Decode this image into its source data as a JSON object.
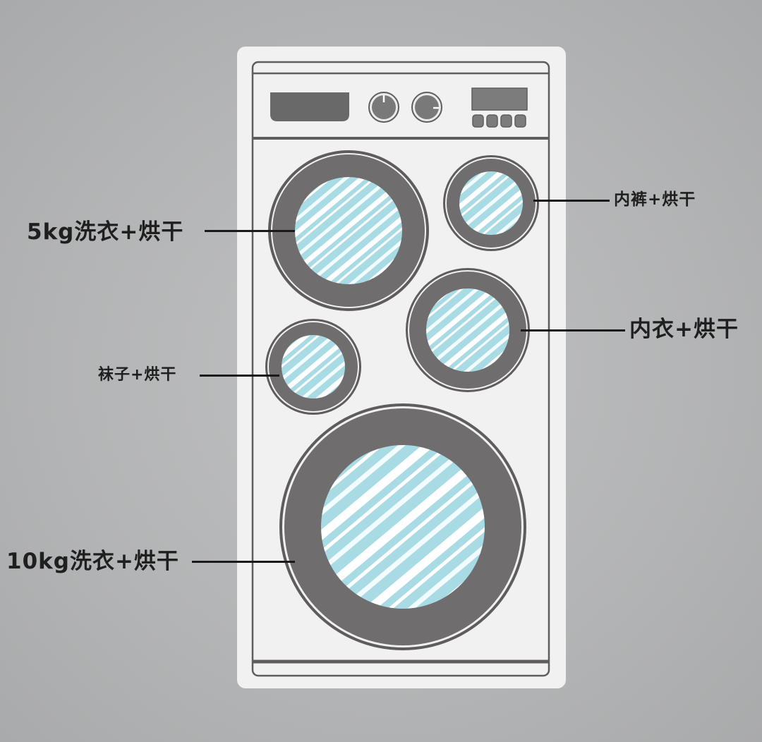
{
  "diagram": {
    "subject": "multi-drum washing machine",
    "colors": {
      "background": "#b3b4b5",
      "machine_body": "#f1f1f1",
      "outline": "#5e5c5c",
      "door_ring": "#6f6d6d",
      "glass": "#a8dbe4",
      "glass_stripe": "#ffffff",
      "leader_line": "#1a1a1a"
    },
    "control_panel": {
      "detergent_drawer": "drawer",
      "knobs": [
        "knob-1",
        "knob-2"
      ],
      "display": "display",
      "buttons": [
        "btn-1",
        "btn-2",
        "btn-3",
        "btn-4"
      ]
    },
    "drums": [
      {
        "id": "drum-5kg",
        "label": "5kg洗衣+烘干",
        "side": "left"
      },
      {
        "id": "drum-underwear-bottoms",
        "label": "内裤+烘干",
        "side": "right"
      },
      {
        "id": "drum-underwear",
        "label": "内衣+烘干",
        "side": "right"
      },
      {
        "id": "drum-socks",
        "label": "袜子+烘干",
        "side": "left"
      },
      {
        "id": "drum-10kg",
        "label": "10kg洗衣+烘干",
        "side": "left"
      }
    ]
  }
}
